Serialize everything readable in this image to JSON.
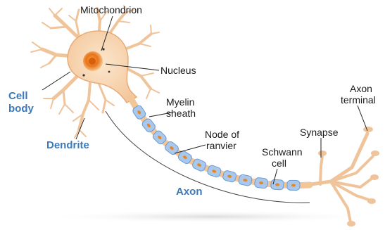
{
  "labels": {
    "mitochondrion": "Mitochondrion",
    "nucleus": "Nucleus",
    "cell_body_line1": "Cell",
    "cell_body_line2": "body",
    "myelin_line1": "Myelin",
    "myelin_line2": "sheath",
    "node_line1": "Node of",
    "node_line2": "ranvier",
    "dendrite": "Dendrite",
    "schwann_line1": "Schwann",
    "schwann_line2": "cell",
    "synapse": "Synapse",
    "axon_terminal_line1": "Axon",
    "axon_terminal_line2": "terminal",
    "axon": "Axon"
  },
  "colors": {
    "label_text": "#1a1a1a",
    "label_accent": "#3d78b8",
    "cell_fill": "#f8d9b8",
    "cell_edge": "#e7ab78",
    "dendrite": "#f0c49b",
    "nucleus_core": "#e87418",
    "myelin_fill": "#a9c8ec",
    "myelin_edge": "#6c9bd2",
    "axon_core": "#f3c597",
    "leader_line": "#222222"
  }
}
